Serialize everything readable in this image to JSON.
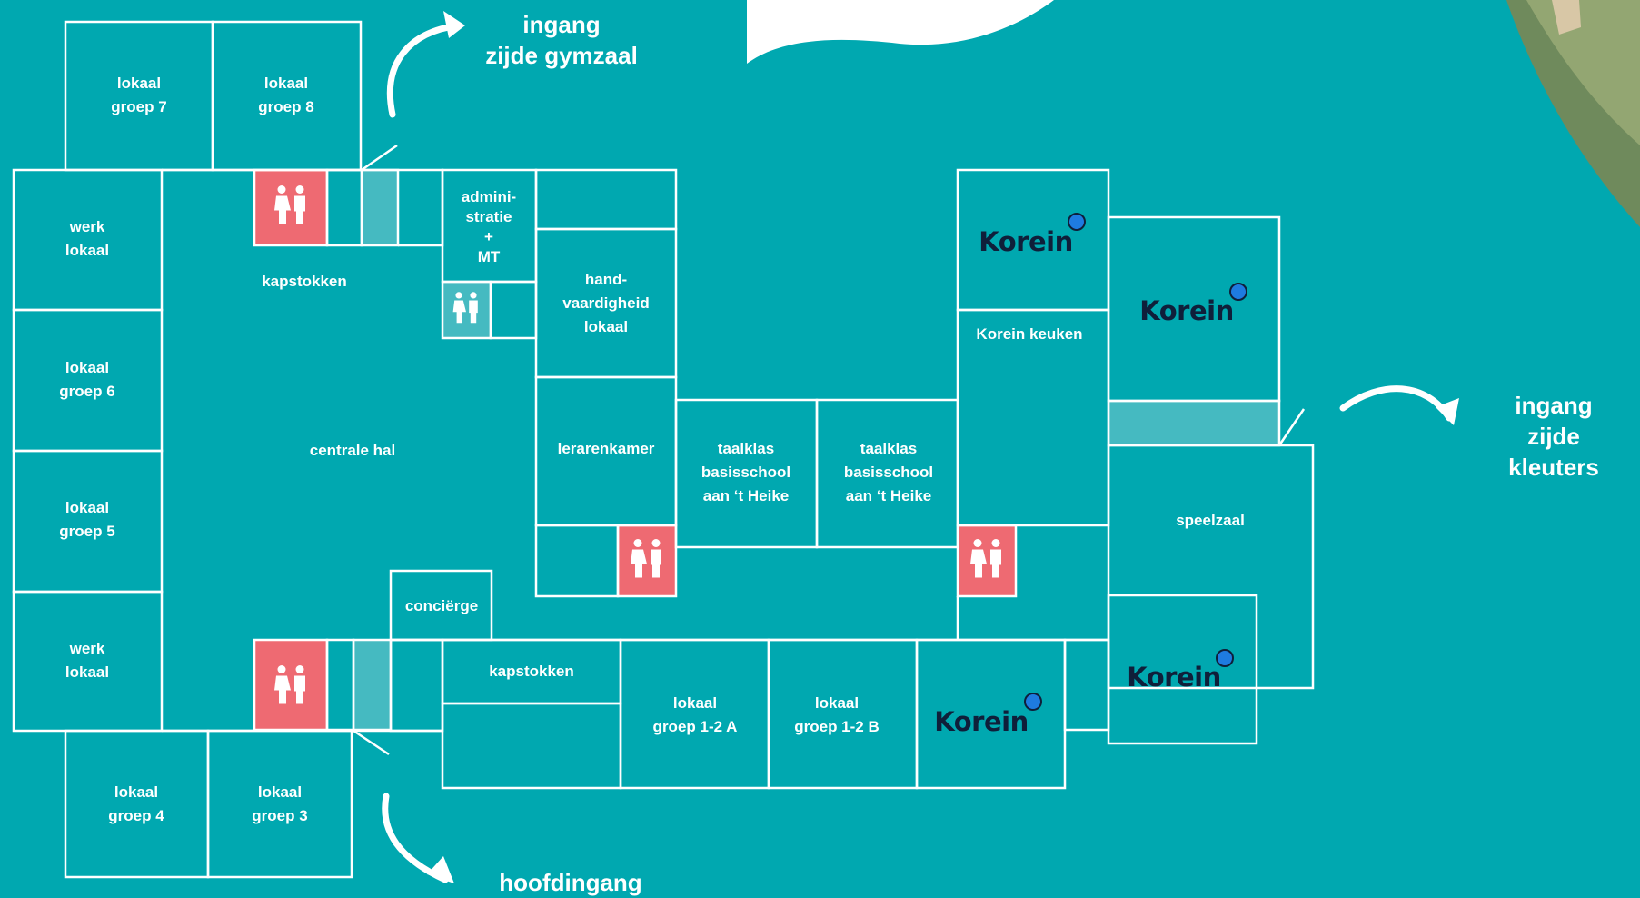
{
  "rooms": {
    "lokaal_groep_7": "lokaal\ngroep 7",
    "lokaal_groep_8": "lokaal\ngroep 8",
    "werk_lokaal_top": "werk\nlokaal",
    "kapstokken_top": "kapstokken",
    "administratie": "admini-\nstratie\n+\nMT",
    "handvaardigheid": "hand-\nvaardigheid\nlokaal",
    "lokaal_groep_6": "lokaal\ngroep 6",
    "centrale_hal": "centrale hal",
    "lerarenkamer": "lerarenkamer",
    "taalklas_1": "taalklas\nbasisschool\naan ‘t Heike",
    "taalklas_2": "taalklas\nbasisschool\naan ‘t Heike",
    "korein_keuken": "Korein keuken",
    "speelzaal": "speelzaal",
    "lokaal_groep_5": "lokaal\ngroep 5",
    "werk_lokaal_bottom": "werk\nlokaal",
    "concierge": "conciërge",
    "kapstokken_bottom": "kapstokken",
    "lokaal_groep_12a": "lokaal\ngroep 1-2 A",
    "lokaal_groep_12b": "lokaal\ngroep 1-2 B",
    "lokaal_groep_4": "lokaal\ngroep 4",
    "lokaal_groep_3": "lokaal\ngroep 3"
  },
  "entrances": {
    "gym": "ingang\nzijde gymzaal",
    "kleuters": "ingang\nzijde kleuters",
    "main": "hoofdingang"
  },
  "korein": {
    "logo_text": "Korein"
  },
  "icons": {
    "toilet": "toilet-icon",
    "arrow": "curved-arrow-icon"
  },
  "colors": {
    "background": "#00A8B0",
    "toilet": "#EE6A72",
    "corridor": "#45BAC1",
    "walls": "#FFFFFF",
    "korein_text": "#0F1F3A",
    "korein_dot": "#1E7BE0"
  }
}
